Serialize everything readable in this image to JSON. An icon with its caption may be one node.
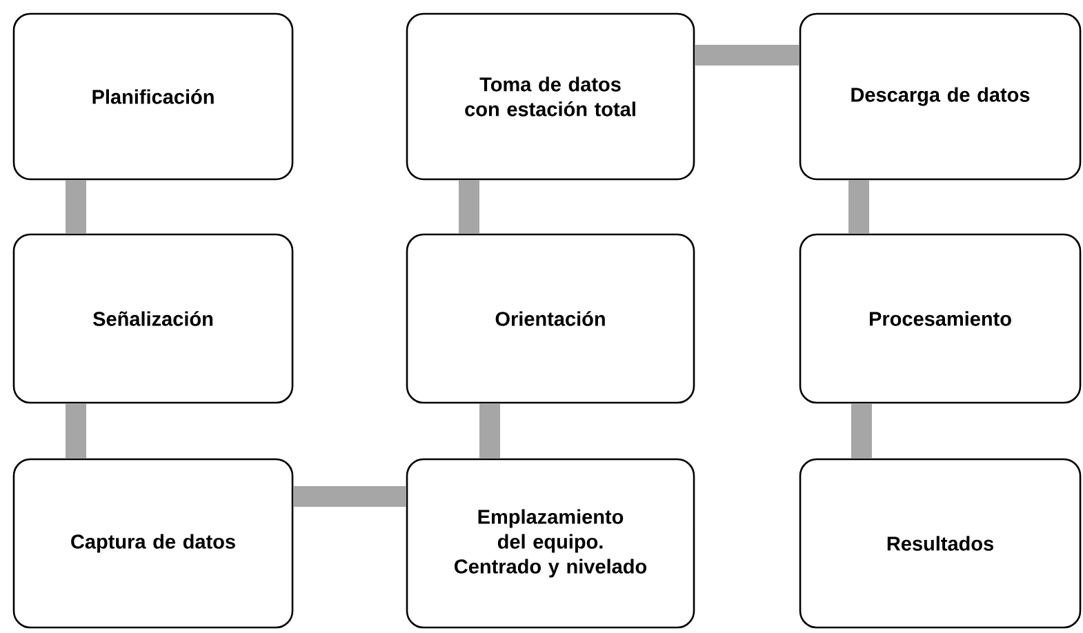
{
  "diagram": {
    "nodes": [
      {
        "text": [
          "Planificación"
        ]
      },
      {
        "text": [
          "Señalización"
        ]
      },
      {
        "text": [
          "Captura de datos"
        ]
      },
      {
        "text": [
          "Emplazamiento del equipo. Centrado y nivelado"
        ]
      },
      {
        "text": [
          "Orientación"
        ]
      },
      {
        "text": [
          "Toma de datos con estación total"
        ]
      },
      {
        "text": [
          "Descarga de datos"
        ]
      },
      {
        "text": [
          "Procesamiento"
        ]
      },
      {
        "text": [
          "Resultados"
        ]
      }
    ],
    "edges": [
      {
        "from": 0,
        "to": 1,
        "arrow": "none"
      },
      {
        "from": 1,
        "to": 2,
        "arrow": "none"
      },
      {
        "from": 2,
        "to": 3,
        "arrow": "none"
      },
      {
        "from": 3,
        "to": 4,
        "arrow": "none"
      },
      {
        "from": 4,
        "to": 5,
        "arrow": "none"
      },
      {
        "from": 5,
        "to": 6,
        "arrow": "none"
      },
      {
        "from": 6,
        "to": 7,
        "arrow": "none"
      },
      {
        "from": 7,
        "to": 8,
        "arrow": "none"
      }
    ]
  }
}
